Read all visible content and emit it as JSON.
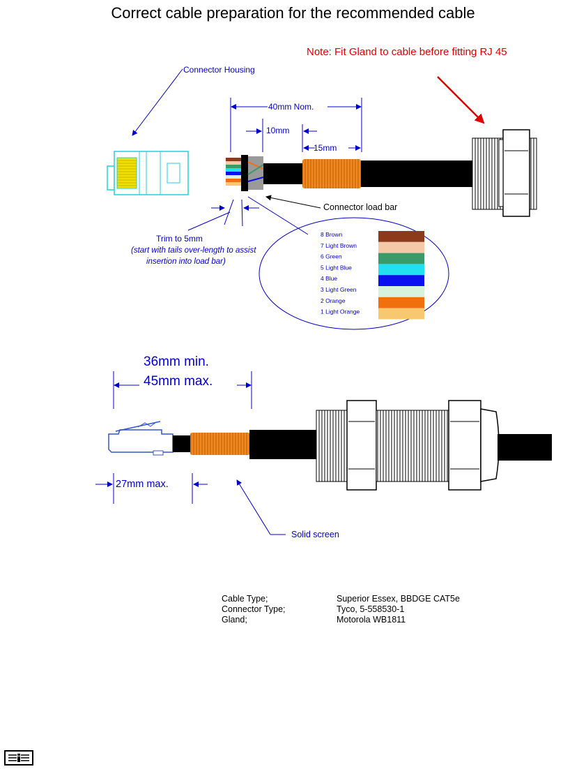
{
  "title": "Correct cable preparation for the recommended cable",
  "note": "Note: Fit Gland to cable before fitting RJ 45",
  "labels": {
    "connector_housing": "Connector Housing",
    "nom_40": "40mm Nom.",
    "len_10": "10mm",
    "len_15": "15mm",
    "load_bar": "Connector load bar",
    "trim": "Trim to 5mm",
    "trim_note_1": "(start with tails over-length to assist",
    "trim_note_2": "insertion into load bar)",
    "min_36": "36mm min.",
    "max_45": "45mm max.",
    "max_27": "27mm max.",
    "solid_screen": "Solid screen"
  },
  "wire_colours": [
    {
      "label": "8 Brown",
      "color": "#8b3a1a"
    },
    {
      "label": "7 Light Brown",
      "color": "#f5c8a8"
    },
    {
      "label": "6 Green",
      "color": "#3a9a6a"
    },
    {
      "label": "5 Light Blue",
      "color": "#22e0f0"
    },
    {
      "label": "4 Blue",
      "color": "#0a10f0"
    },
    {
      "label": "3 Light Green",
      "color": "#d8f2e0"
    },
    {
      "label": "2 Orange",
      "color": "#f07010"
    },
    {
      "label": "1 Light Orange",
      "color": "#f8c870"
    }
  ],
  "specs": [
    {
      "label": "Cable Type;",
      "value": "Superior Essex, BBDGE CAT5e"
    },
    {
      "label": "Connector Type;",
      "value": "Tyco, 5-558530-1"
    },
    {
      "label": "Gland;",
      "value": "Motorola WB1811"
    }
  ],
  "colors": {
    "annotation": "#0000cc",
    "note": "#e00000",
    "screen": "#f08a20",
    "cable": "#000000",
    "connector": "#22d0e0",
    "connector_pins": "#f0e000"
  },
  "icons": [
    "info-icon"
  ]
}
